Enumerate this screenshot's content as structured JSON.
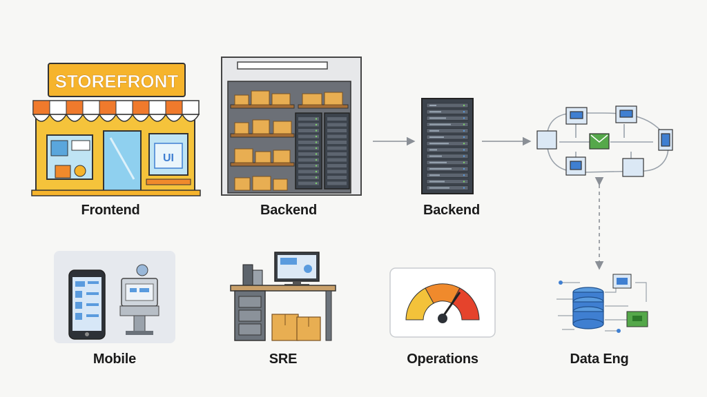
{
  "nodes": {
    "frontend": {
      "label": "Frontend",
      "sign_text": "STOREFRONT",
      "screen_text": "UI"
    },
    "backend_warehouse": {
      "label": "Backend"
    },
    "backend_server": {
      "label": "Backend"
    },
    "network": {
      "label": ""
    },
    "mobile": {
      "label": "Mobile"
    },
    "sre": {
      "label": "SRE"
    },
    "operations": {
      "label": "Operations"
    },
    "data_eng": {
      "label": "Data Eng"
    }
  },
  "colors": {
    "sign": "#f6b42c",
    "awning_red": "#f07a2c",
    "store_body": "#f5c33b",
    "glass": "#8fd0ef",
    "server": "#3c434c",
    "box": "#e8ae52",
    "db_blue": "#3f7fd1",
    "gauge_yellow": "#f3c23a",
    "gauge_orange": "#f08a2c",
    "gauge_red": "#e5432c",
    "arrow": "#8a8f96"
  }
}
